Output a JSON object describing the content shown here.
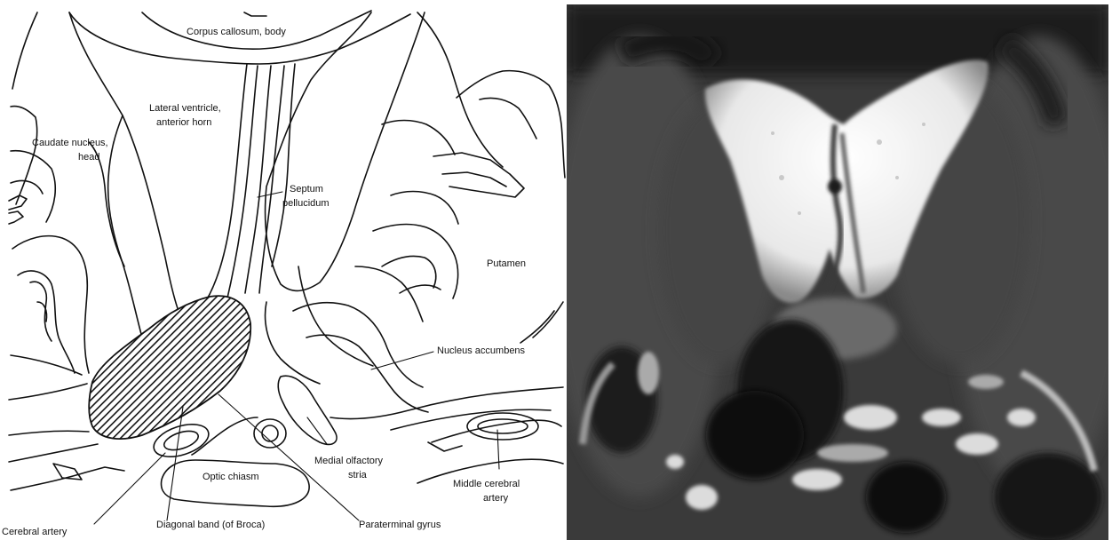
{
  "diagram": {
    "labels": {
      "corpus_callosum": "Corpus callosum, body",
      "lateral_ventricle_1": "Lateral ventricle,",
      "lateral_ventricle_2": "anterior horn",
      "caudate_1": "Caudate nucleus,",
      "caudate_2": "head",
      "septum_1": "Septum",
      "septum_2": "pellucidum",
      "putamen": "Putamen",
      "nucleus_accumbens": "Nucleus accumbens",
      "medial_olfactory_1": "Medial olfactory",
      "medial_olfactory_2": "stria",
      "middle_cerebral_1": "Middle cerebral",
      "middle_cerebral_2": "artery",
      "optic_chiasm": "Optic chiasm",
      "cerebral_artery": "Cerebral artery",
      "diagonal_band": "Diagonal band (of Broca)",
      "paraterminal_gyrus": "Paraterminal gyrus"
    }
  },
  "colors": {
    "line": "#111111",
    "background": "#ffffff",
    "scan_dark": "#2a2a2a",
    "scan_bright": "#f4f4f4"
  }
}
